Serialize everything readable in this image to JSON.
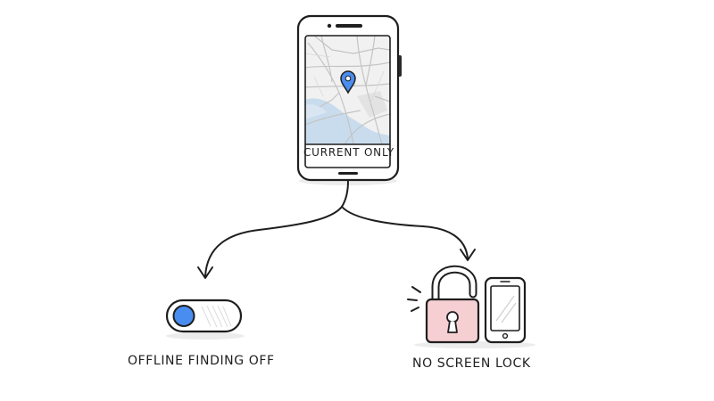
{
  "phone": {
    "screen_label": "CURRENT ONLY",
    "pin_icon": "map-pin-icon"
  },
  "branches": [
    {
      "label": "OFFLINE FINDING OFF",
      "icon": "toggle-switch-icon"
    },
    {
      "label": "NO SCREEN LOCK",
      "icon": "unlocked-padlock-icon"
    }
  ],
  "colors": {
    "ink": "#1e1e1e",
    "accent_blue": "#4a8df0",
    "lock_pink": "#f6cfd3",
    "map_water": "#c9dced",
    "map_land": "#f1f1f1"
  }
}
